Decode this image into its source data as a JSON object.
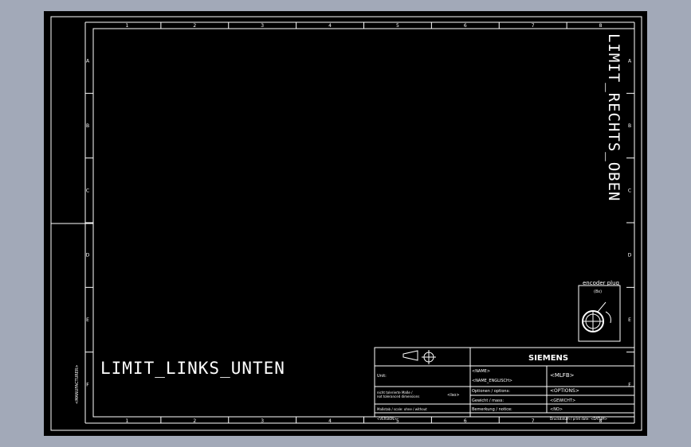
{
  "columns": [
    "1",
    "2",
    "3",
    "4",
    "5",
    "6",
    "7",
    "8"
  ],
  "rows": [
    "A",
    "B",
    "C",
    "D",
    "E",
    "F"
  ],
  "labels": {
    "right_top": "LIMIT_RECHTS_OBEN",
    "left_bottom": "LIMIT_LINKS_UNTEN",
    "side_vertical": "<MANUFACTURER>"
  },
  "detail": {
    "title": "encoder plug",
    "caption": "(8x)"
  },
  "title_block": {
    "brand": "SIEMENS",
    "unit_label": "Unit:",
    "tolerance_label": "nicht tolerierte Maße /\nnot toleranced dimensions",
    "tolerance_value": "<Iso>",
    "scale_label": "Maßstab / scale: ohne / without",
    "version_label": "<VERSION>",
    "name_de": "<NAME>",
    "name_en": "<NAME_ENGLISCH>",
    "mlfb": "<MLFB>",
    "options_label": "Optionen / options:",
    "options_value": "<OPTIONS>",
    "weight_label": "Gewicht / mass:",
    "weight_value": "<GEWICHT>",
    "remark_label": "Bemerkung / notice:",
    "remark_value": "<NO>",
    "print_label": "Druckdatum / print date: <DATUM>"
  }
}
